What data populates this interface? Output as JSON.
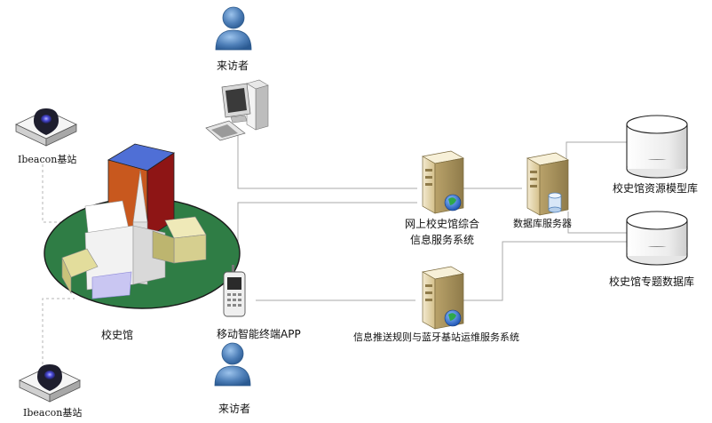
{
  "nodes": {
    "visitor_top": "来访者",
    "visitor_bottom": "来访者",
    "ibeacon_top": "Ibeacon基站",
    "ibeacon_bottom": "Ibeacon基站",
    "museum": "校史馆",
    "mobile_app": "移动智能终端APP",
    "web_system_line1": "网上校史馆综合",
    "web_system_line2": "信息服务系统",
    "push_system": "信息推送规则与蓝牙基站运维服务系统",
    "db_server": "数据库服务器",
    "db_model": "校史馆资源模型库",
    "db_topic": "校史馆专题数据库"
  },
  "colors": {
    "line": "#a9a9a9",
    "dashed": "#b5b5b5",
    "user_blue": "#4e7fb8",
    "ground_green": "#2f7d45",
    "tower_blue": "#4f6fd6",
    "tower_orange": "#c8581e",
    "tower_red": "#8e1515",
    "server_beige": "#e4d6a6",
    "globe_blue": "#2d6fd1",
    "globe_green": "#2ea84a"
  }
}
